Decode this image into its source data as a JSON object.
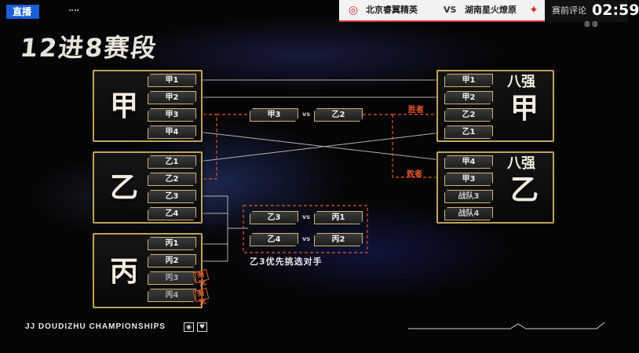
{
  "broadcast": {
    "live_label": "直播",
    "stage_title": "12进8赛段",
    "brand_footer": "JJ DOUDIZHU CHAMPIONSHIPS",
    "footer_icons": [
      "logo-badge-icon",
      "heart-shield-icon"
    ]
  },
  "scorebar": {
    "team_left": "北京睿翼精英",
    "vs": "VS",
    "team_right": "湖南星火燎原",
    "status": "赛前评论",
    "timer": "02:59",
    "accent_color": "#d5343a"
  },
  "groups": {
    "jia": {
      "letter": "甲",
      "slots": [
        "甲1",
        "甲2",
        "甲3",
        "甲4"
      ]
    },
    "yi": {
      "letter": "乙",
      "slots": [
        "乙1",
        "乙2",
        "乙3",
        "乙4"
      ]
    },
    "bing": {
      "letter": "丙",
      "slots": [
        "丙1",
        "丙2",
        "丙3",
        "丙4"
      ],
      "eliminated_tags": [
        "淘汰",
        "淘汰"
      ]
    }
  },
  "matches": {
    "center": {
      "left": "甲3",
      "vs": "vs",
      "right": "乙2"
    },
    "pair_a": {
      "left": "乙3",
      "vs": "vs",
      "right": "丙1"
    },
    "pair_b": {
      "left": "乙4",
      "vs": "vs",
      "right": "丙2"
    },
    "note": "乙3优先挑选对手"
  },
  "results": {
    "winner": "胜者",
    "loser": "败者"
  },
  "top8": {
    "jia": {
      "title": "八强",
      "letter": "甲",
      "slots": [
        "甲1",
        "甲2",
        "乙2",
        "乙1"
      ]
    },
    "yi": {
      "title": "八强",
      "letter": "乙",
      "slots": [
        "甲4",
        "甲3",
        "战队3",
        "战队4"
      ]
    }
  },
  "colors": {
    "gold_border": "#bfa35a",
    "orange_highlight": "#e6532a",
    "live_blue": "#1a5fd6"
  }
}
